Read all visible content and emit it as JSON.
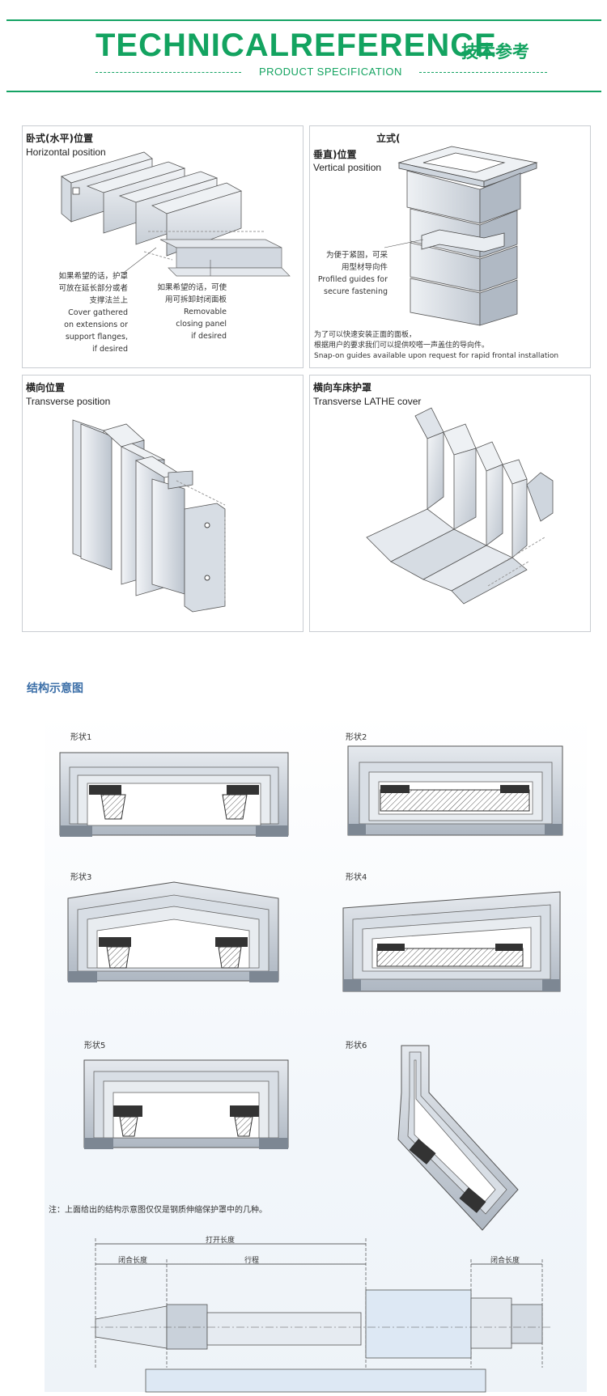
{
  "header": {
    "title": "TECHNICALREFERENCE",
    "title_cn": "技术参考",
    "subtitle": "PRODUCT  SPECIFICATION"
  },
  "panels": {
    "horizontal": {
      "cn": "卧式(水平)位置",
      "en": "Horizontal position",
      "note_left": [
        "如果希望的话，护罩",
        "可放在延长部分或者",
        "支撑法兰上",
        "Cover gathered",
        "on extensions or",
        "support flanges,",
        "if desired"
      ],
      "note_right": [
        "如果希望的话，可使",
        "用可拆卸封闭面板",
        "Removable",
        "closing panel",
        "if desired"
      ]
    },
    "vertical": {
      "cn_line1": "立式(",
      "cn_line2": "垂直)位置",
      "en": "Vertical position",
      "note_mid": [
        "为便于紧固，可采",
        "用型材导向件",
        "Profiled guides for",
        "secure fastening"
      ],
      "note_bottom": [
        "为了可以快速安装正面的面板，",
        "根据用户的要求我们可以提供咬嗒一声盖住的导向件。",
        "Snap-on guides available upon request for rapid frontal installation"
      ]
    },
    "transverse": {
      "cn": "横向位置",
      "en": "Transverse position"
    },
    "lathe": {
      "cn": "横向车床护罩",
      "en": "Transverse LATHE cover"
    }
  },
  "structure": {
    "title": "结构示意图",
    "shapes": [
      "形状1",
      "形状2",
      "形状3",
      "形状4",
      "形状5",
      "形状6"
    ],
    "footnote": "注：上面给出的结构示意图仅仅是钢质伸缩保护罩中的几种。",
    "dims": {
      "open_length": "打开长度",
      "closed_length_left": "闭合长度",
      "stroke": "行程",
      "closed_length_right": "闭合长度"
    }
  },
  "colors": {
    "brand_green": "#13a360",
    "section_blue": "#3c6fa8",
    "metal_light": "#e7ebf0",
    "metal_dark": "#8d96a3"
  }
}
